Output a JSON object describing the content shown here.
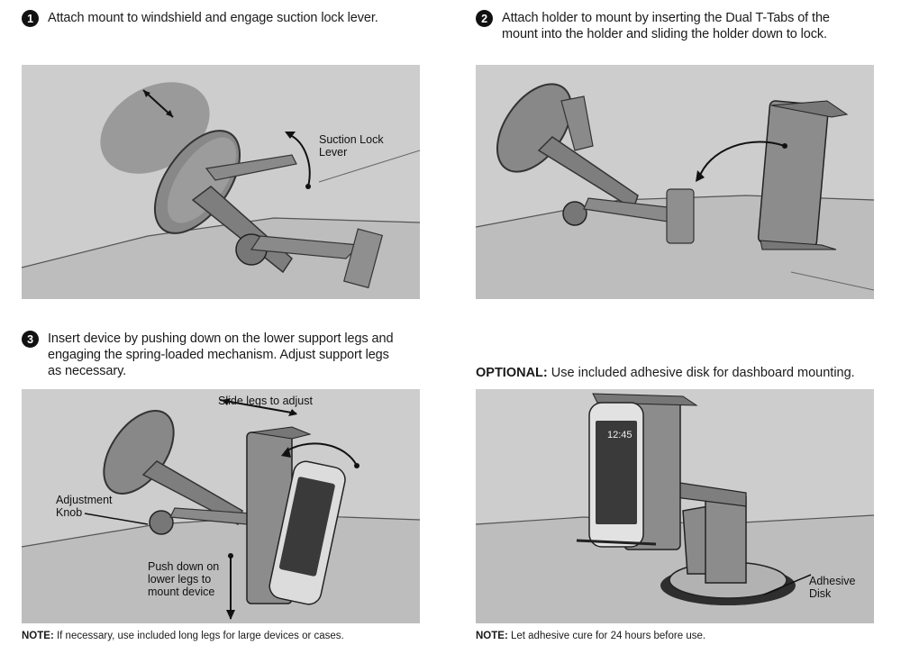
{
  "steps": [
    {
      "number": "1",
      "text": "Attach mount to windshield and engage suction lock lever."
    },
    {
      "number": "2",
      "text": "Attach holder to mount by inserting the Dual T-Tabs of the\nmount into the holder and sliding the holder down to lock."
    },
    {
      "number": "3",
      "text": "Insert device by pushing down on the lower support legs and\nengaging the spring-loaded mechanism. Adjust support legs\nas necessary."
    }
  ],
  "optional": {
    "label": "OPTIONAL:",
    "text": " Use included adhesive disk for dashboard mounting."
  },
  "callouts": {
    "suction_lock_lever": "Suction Lock\nLever",
    "slide_legs": "Slide legs to adjust",
    "adjustment_knob": "Adjustment\nKnob",
    "push_down": "Push down on\nlower legs to\nmount device",
    "adhesive_disk": "Adhesive\nDisk"
  },
  "phone_screen_time": "12:45",
  "notes": [
    {
      "label": "NOTE:",
      "text": " If necessary, use included long legs for large devices or cases."
    },
    {
      "label": "NOTE:",
      "text": " Let adhesive cure for 24 hours before use."
    }
  ]
}
